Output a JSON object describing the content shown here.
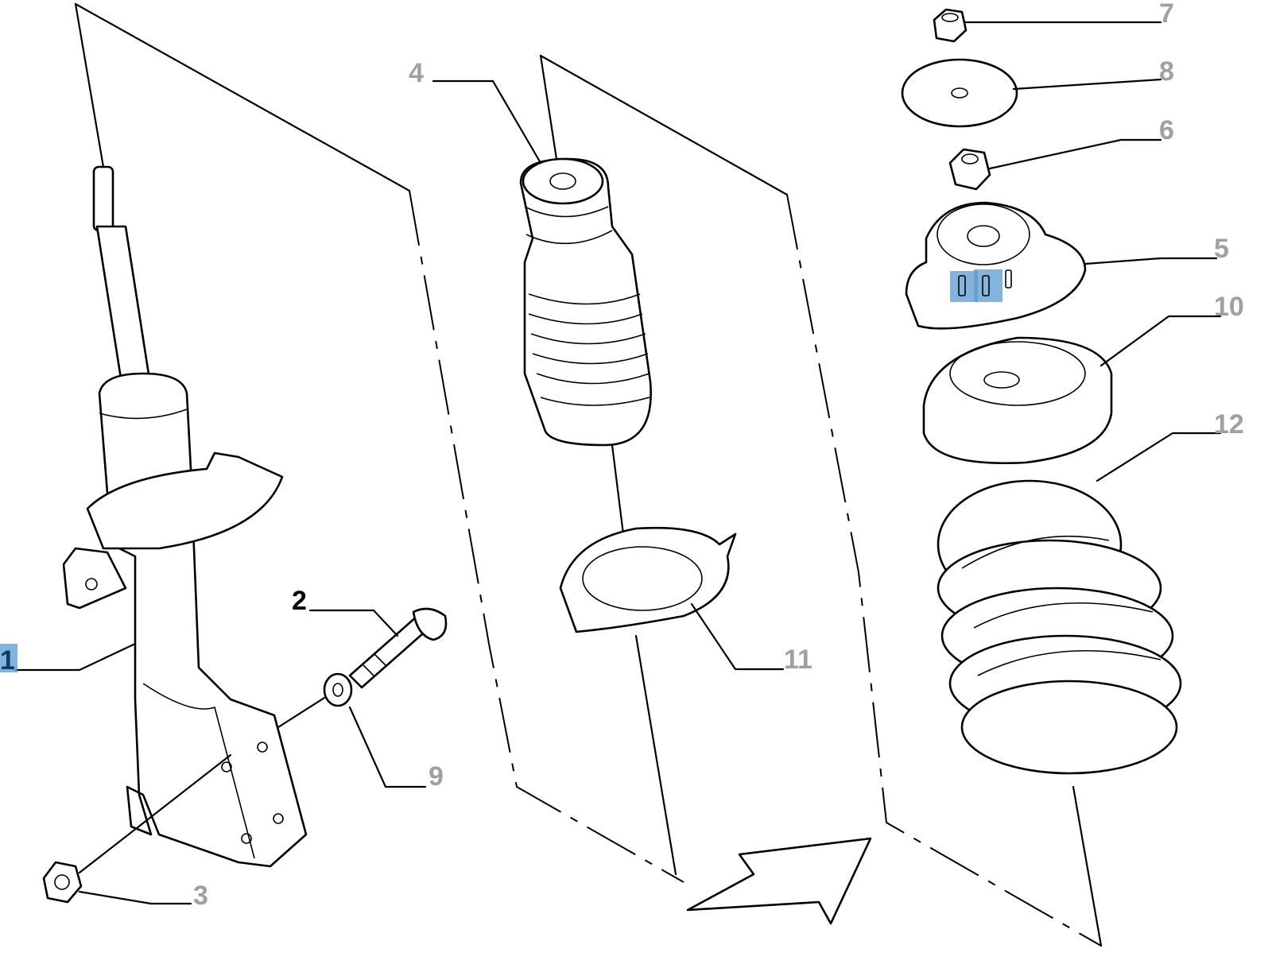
{
  "diagram": {
    "type": "exploded parts diagram - front suspension strut",
    "selected_part": "1",
    "highlight_color": "#5b9bd0",
    "labels": {
      "p1": "1",
      "p2": "2",
      "p3": "3",
      "p4": "4",
      "p5": "5",
      "p6": "6",
      "p7": "7",
      "p8": "8",
      "p9": "9",
      "p10": "10",
      "p11": "11",
      "p12": "12"
    }
  }
}
